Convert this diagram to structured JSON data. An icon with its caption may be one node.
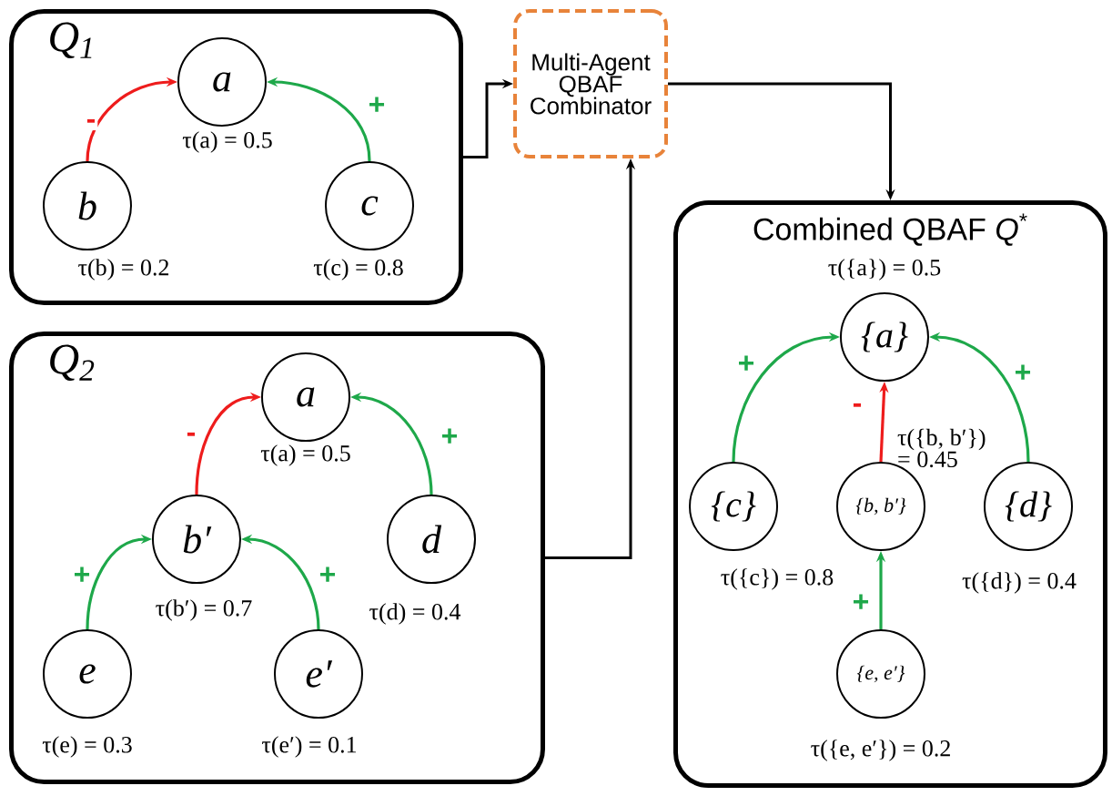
{
  "diagram": {
    "nodes": [
      {
        "text": [
          "Q$_{1}$"
        ]
      },
      {
        "text": [
          "a"
        ],
        "in": 0,
        "beside": [
          "τ(a) = 0.5"
        ]
      },
      {
        "text": [
          "b"
        ],
        "in": 0,
        "beside": [
          "τ(b) = 0.2"
        ]
      },
      {
        "text": [
          "c"
        ],
        "in": 0,
        "beside": [
          "τ(c) = 0.8"
        ]
      },
      {
        "text": [
          "Multi-Agent QBAF Combinator"
        ]
      },
      {
        "text": [
          "Q$_{2}$"
        ]
      },
      {
        "text": [
          "a"
        ],
        "in": 5,
        "beside": [
          "τ(a) = 0.5"
        ]
      },
      {
        "text": [
          "b′"
        ],
        "in": 5,
        "beside": [
          "τ(b′) = 0.7"
        ]
      },
      {
        "text": [
          "d"
        ],
        "in": 5,
        "beside": [
          "τ(d) = 0.4"
        ]
      },
      {
        "text": [
          "e"
        ],
        "in": 5,
        "beside": [
          "τ(e) = 0.3"
        ]
      },
      {
        "text": [
          "e′"
        ],
        "in": 5,
        "beside": [
          "τ(e′) = 0.1"
        ]
      },
      {
        "text": [
          "Combined QBAF *Q*$^{*}$"
        ]
      },
      {
        "text": [
          "{a}"
        ],
        "in": 11,
        "beside": [
          "τ({a}) = 0.5"
        ]
      },
      {
        "text": [
          "{c}"
        ],
        "in": 11,
        "beside": [
          "τ({c}) = 0.8"
        ]
      },
      {
        "text": [
          "{b, b′}"
        ],
        "in": 11,
        "beside": [
          "τ({b, b′}) = 0.45"
        ]
      },
      {
        "text": [
          "{d}"
        ],
        "in": 11,
        "beside": [
          "τ({d}) = 0.4"
        ]
      },
      {
        "text": [
          "{e, e′}"
        ],
        "in": 11,
        "beside": [
          "τ({e, e′}) = 0.2"
        ]
      }
    ],
    "edges": [
      {
        "from": 2,
        "to": 1,
        "arrow": "to",
        "label": "-",
        "color": "#ee1c1c"
      },
      {
        "from": 3,
        "to": 1,
        "arrow": "to",
        "label": "+",
        "color": "#1ea84a"
      },
      {
        "from": 7,
        "to": 6,
        "arrow": "to",
        "label": "-",
        "color": "#ee1c1c"
      },
      {
        "from": 8,
        "to": 6,
        "arrow": "to",
        "label": "+",
        "color": "#1ea84a"
      },
      {
        "from": 9,
        "to": 7,
        "arrow": "to",
        "label": "+",
        "color": "#1ea84a"
      },
      {
        "from": 10,
        "to": 7,
        "arrow": "to",
        "label": "+",
        "color": "#1ea84a"
      },
      {
        "from": 13,
        "to": 12,
        "arrow": "to",
        "label": "+",
        "color": "#1ea84a"
      },
      {
        "from": 14,
        "to": 12,
        "arrow": "to",
        "label": "-",
        "color": "#ee1c1c"
      },
      {
        "from": 15,
        "to": 12,
        "arrow": "to",
        "label": "+",
        "color": "#1ea84a"
      },
      {
        "from": 16,
        "to": 14,
        "arrow": "to",
        "label": "+",
        "color": "#1ea84a"
      },
      {
        "from": 0,
        "to": 4,
        "arrow": "to",
        "color": "#000000"
      },
      {
        "from": 5,
        "to": 4,
        "arrow": "to",
        "color": "#000000"
      },
      {
        "from": 4,
        "to": 11,
        "arrow": "to",
        "color": "#000000"
      }
    ]
  }
}
